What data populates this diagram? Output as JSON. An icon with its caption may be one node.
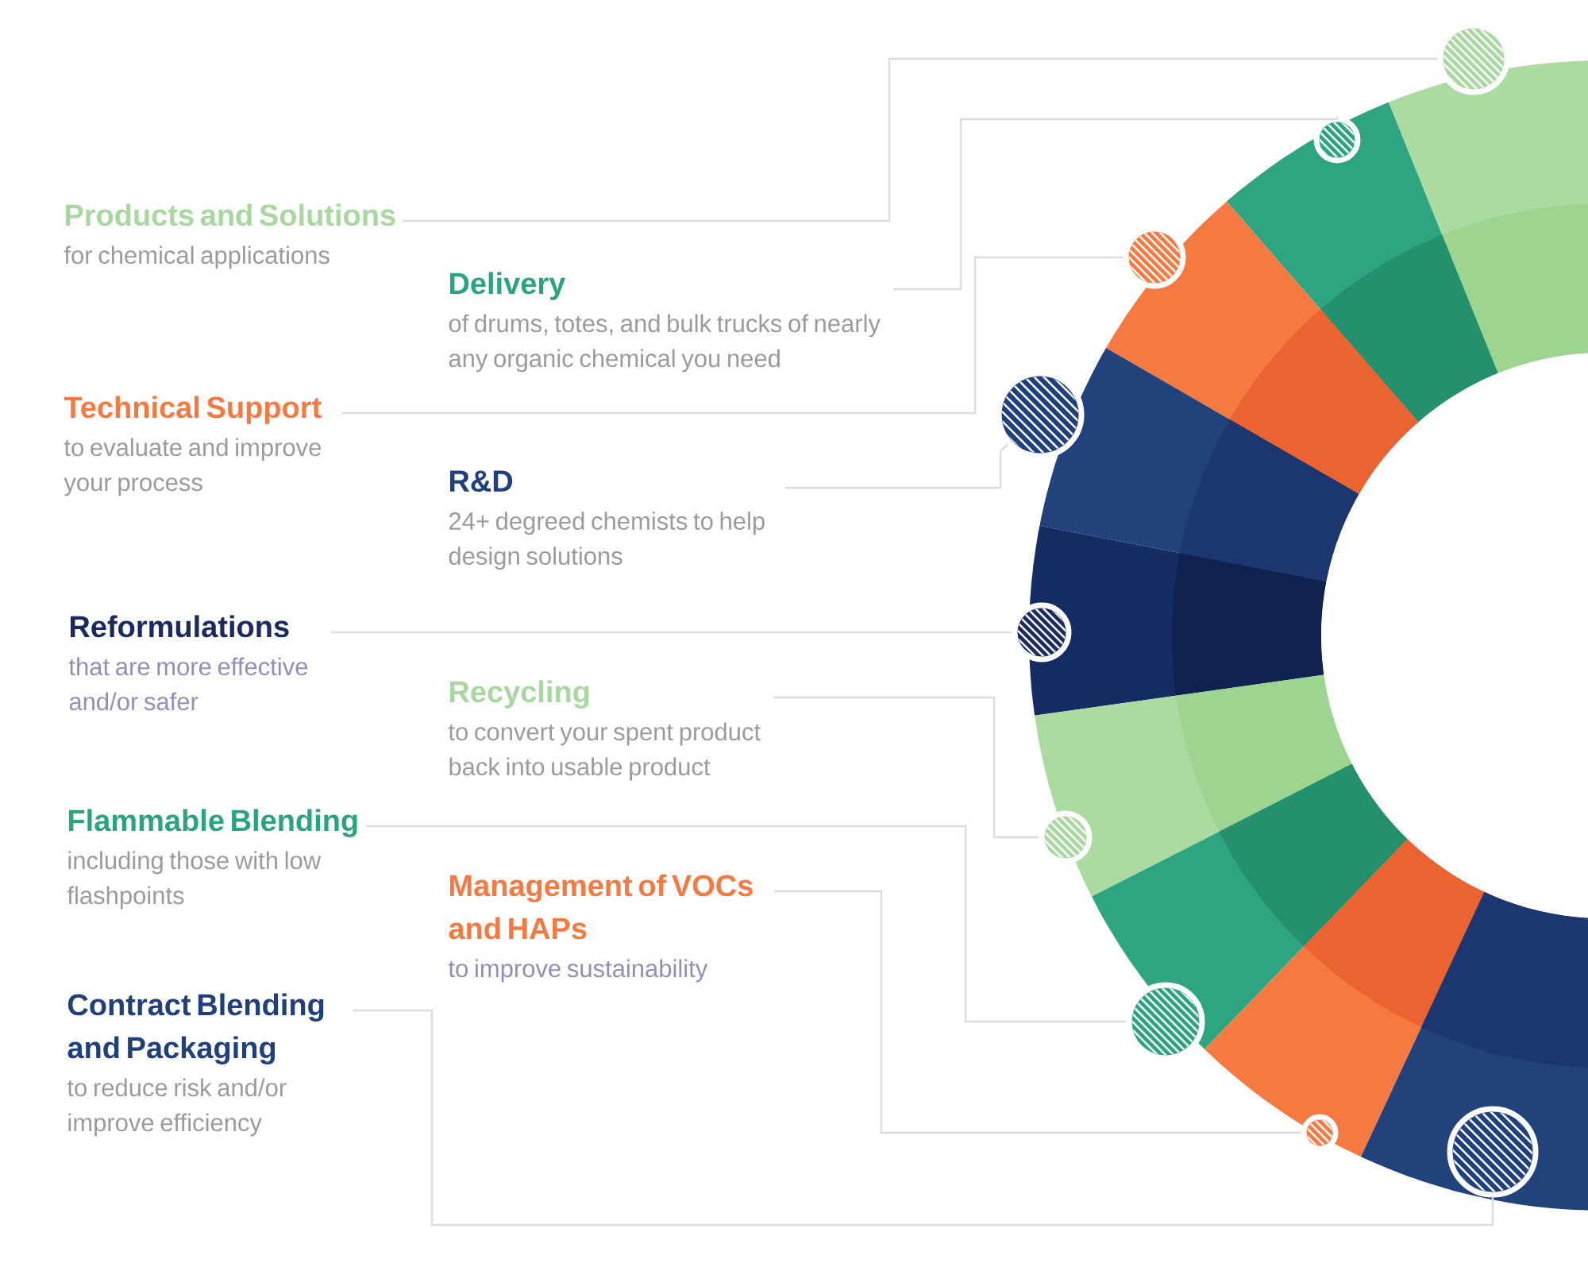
{
  "diagram": {
    "nodes": [
      {
        "text": [
          "Products and Solutions",
          "for chemical applications"
        ]
      },
      {
        "text": [
          "Delivery",
          "of drums, totes, and bulk trucks of nearly any organic chemical you need"
        ]
      },
      {
        "text": [
          "Technical Support",
          "to evaluate and improve your process"
        ]
      },
      {
        "text": [
          "R&D",
          "24+ degreed chemists to help design solutions"
        ]
      },
      {
        "text": [
          "Reformulations",
          "that are more effective and/or safer"
        ]
      },
      {
        "text": [
          "Recycling",
          "to convert your spent product back into usable product"
        ]
      },
      {
        "text": [
          "Flammable Blending",
          "including those with low flashpoints"
        ]
      },
      {
        "text": [
          "Management of VOCs and HAPs",
          "to improve sustainability"
        ]
      },
      {
        "text": [
          "Contract Blending and Packaging",
          "to reduce risk and/or improve efficiency"
        ]
      },
      {
        "text": [],
        "shape": "circle"
      },
      {
        "text": [],
        "shape": "circle"
      },
      {
        "text": [],
        "shape": "circle"
      },
      {
        "text": [],
        "shape": "circle"
      },
      {
        "text": [],
        "shape": "circle"
      },
      {
        "text": [],
        "shape": "circle"
      },
      {
        "text": [],
        "shape": "circle"
      },
      {
        "text": [],
        "shape": "circle"
      },
      {
        "text": [],
        "shape": "circle"
      }
    ],
    "edges": [
      {
        "from": 0,
        "to": 9,
        "arrow": "none"
      },
      {
        "from": 1,
        "to": 10,
        "arrow": "none"
      },
      {
        "from": 2,
        "to": 11,
        "arrow": "none"
      },
      {
        "from": 3,
        "to": 12,
        "arrow": "none"
      },
      {
        "from": 4,
        "to": 13,
        "arrow": "none"
      },
      {
        "from": 5,
        "to": 14,
        "arrow": "none"
      },
      {
        "from": 6,
        "to": 15,
        "arrow": "none"
      },
      {
        "from": 7,
        "to": 16,
        "arrow": "none"
      },
      {
        "from": 8,
        "to": 17,
        "arrow": "none"
      }
    ]
  }
}
